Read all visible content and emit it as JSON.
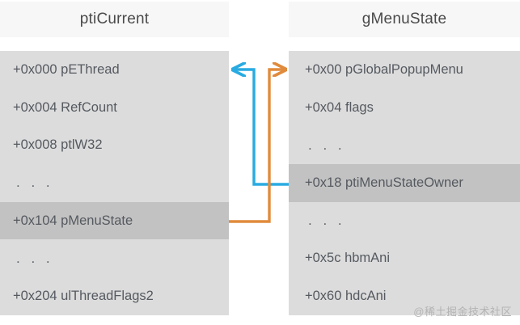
{
  "columns": [
    {
      "title": "ptiCurrent",
      "rows": [
        {
          "text": "+0x000 pEThread",
          "highlight": false,
          "ellipsis": false
        },
        {
          "text": "+0x004 RefCount",
          "highlight": false,
          "ellipsis": false
        },
        {
          "text": "+0x008 ptlW32",
          "highlight": false,
          "ellipsis": false
        },
        {
          "text": ". . .",
          "highlight": false,
          "ellipsis": true
        },
        {
          "text": "+0x104 pMenuState",
          "highlight": true,
          "ellipsis": false
        },
        {
          "text": ". . .",
          "highlight": false,
          "ellipsis": true
        },
        {
          "text": "+0x204 ulThreadFlags2",
          "highlight": false,
          "ellipsis": false
        }
      ]
    },
    {
      "title": "gMenuState",
      "rows": [
        {
          "text": "+0x00 pGlobalPopupMenu",
          "highlight": false,
          "ellipsis": false
        },
        {
          "text": "+0x04 flags",
          "highlight": false,
          "ellipsis": false
        },
        {
          "text": ". . .",
          "highlight": false,
          "ellipsis": true
        },
        {
          "text": "+0x18 ptiMenuStateOwner",
          "highlight": true,
          "ellipsis": false
        },
        {
          "text": ". . .",
          "highlight": false,
          "ellipsis": true
        },
        {
          "text": "+0x5c hbmAni",
          "highlight": false,
          "ellipsis": false
        },
        {
          "text": "+0x60 hdcAni",
          "highlight": false,
          "ellipsis": false
        }
      ]
    }
  ],
  "connectors": [
    {
      "name": "pti-menu-state-owner-to-pethread",
      "color": "#29abe2",
      "from": "+0x18 ptiMenuStateOwner",
      "to": "+0x000 pEThread",
      "arrow_at": "left"
    },
    {
      "name": "pmenustate-to-pglobalpopupmenu",
      "color": "#e08b3c",
      "from": "+0x104 pMenuState",
      "to": "+0x00 pGlobalPopupMenu",
      "arrow_at": "right"
    }
  ],
  "watermark": "@稀土掘金技术社区",
  "colors": {
    "panel_background": "#dcdcdc",
    "row_highlight": "#c2c2c2",
    "header_background": "#f7f7f7",
    "text": "#555a60",
    "blue_arrow": "#29abe2",
    "orange_arrow": "#e08b3c"
  }
}
